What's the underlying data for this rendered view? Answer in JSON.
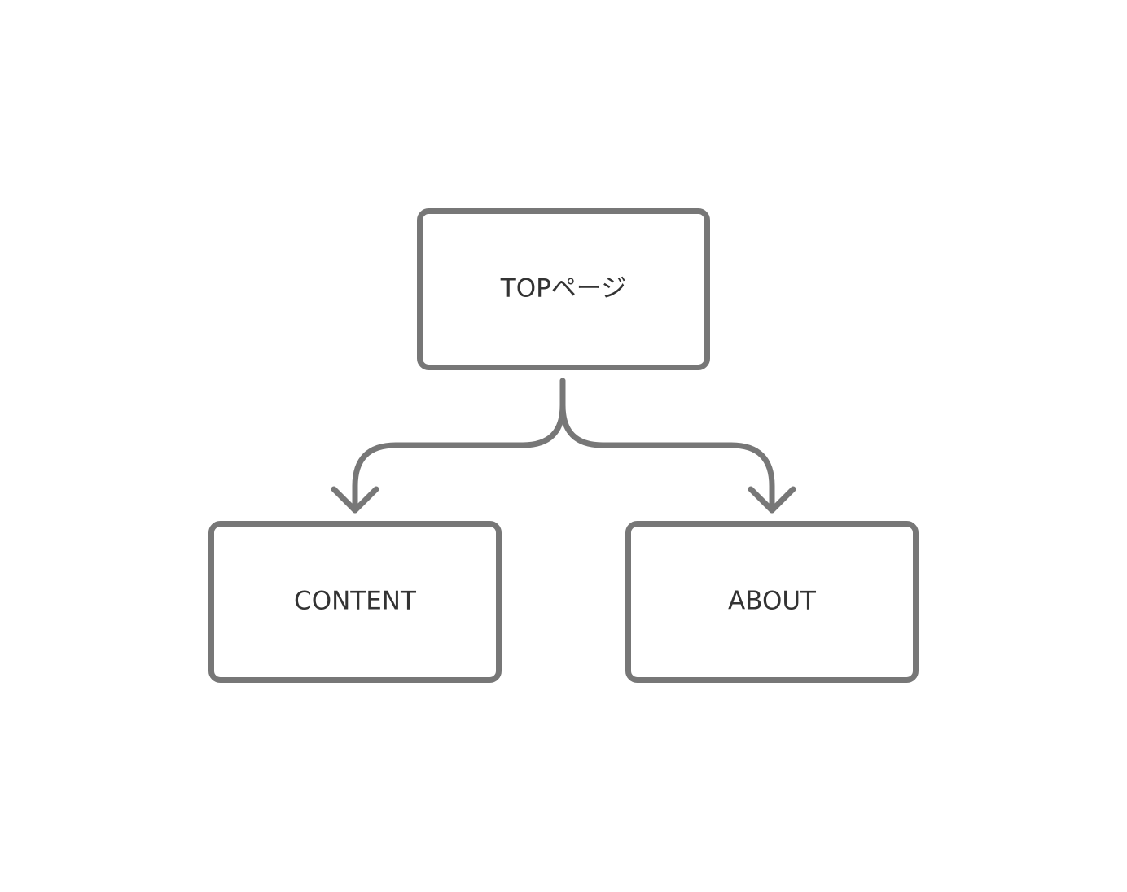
{
  "diagram": {
    "nodes": {
      "top": {
        "label": "TOPページ"
      },
      "content": {
        "label": "CONTENT"
      },
      "about": {
        "label": "ABOUT"
      }
    },
    "edges": [
      {
        "from": "top",
        "to": "content"
      },
      {
        "from": "top",
        "to": "about"
      }
    ],
    "colors": {
      "stroke": "#777777",
      "text": "#333333",
      "background": "#ffffff"
    }
  }
}
